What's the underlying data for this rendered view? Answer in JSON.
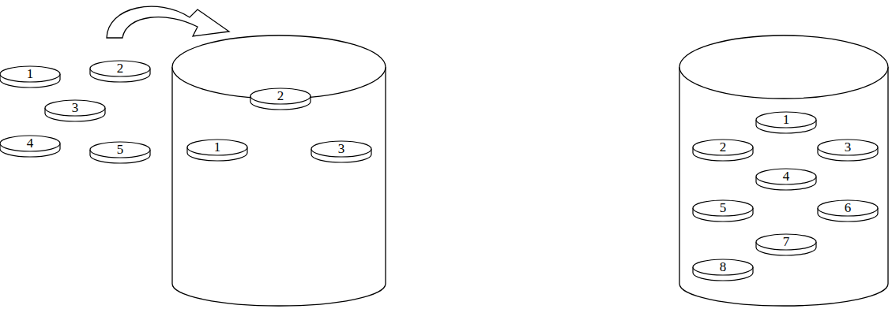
{
  "diagram": {
    "nodes": [
      {
        "text": [
          "1"
        ]
      },
      {
        "text": [
          "2"
        ]
      },
      {
        "text": [
          "3"
        ]
      },
      {
        "text": [
          "4"
        ]
      },
      {
        "text": [
          "5"
        ]
      },
      {
        "text": [
          "1"
        ]
      },
      {
        "text": [
          "2"
        ]
      },
      {
        "text": [
          "3"
        ]
      },
      {
        "text": [
          "1"
        ]
      },
      {
        "text": [
          "2"
        ]
      },
      {
        "text": [
          "3"
        ]
      },
      {
        "text": [
          "4"
        ]
      },
      {
        "text": [
          "5"
        ]
      },
      {
        "text": [
          "6"
        ]
      },
      {
        "text": [
          "7"
        ]
      },
      {
        "text": [
          "8"
        ]
      }
    ]
  }
}
